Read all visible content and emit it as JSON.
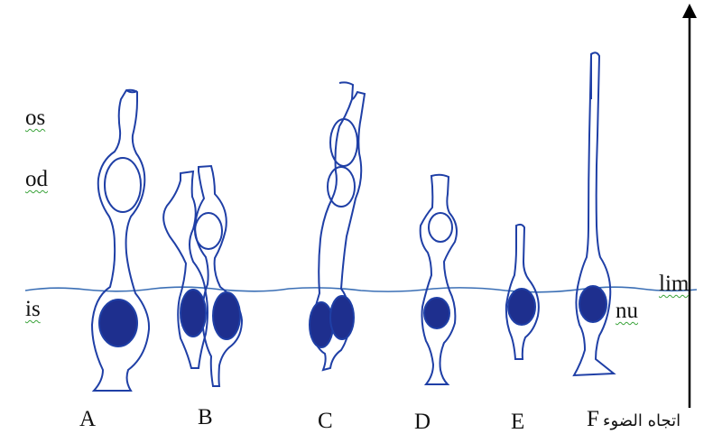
{
  "labels": {
    "os": "os",
    "od": "od",
    "is": "is",
    "lim": "lim",
    "nu": "nu",
    "arrow_caption": "اتجاه الضوء"
  },
  "cells": [
    "A",
    "B",
    "C",
    "D",
    "E",
    "F"
  ],
  "colors": {
    "ink": "#1f3fa6",
    "nucleus": "#1e2f8e",
    "text": "#111111",
    "spellcheck_underline": "#3aa33a"
  }
}
